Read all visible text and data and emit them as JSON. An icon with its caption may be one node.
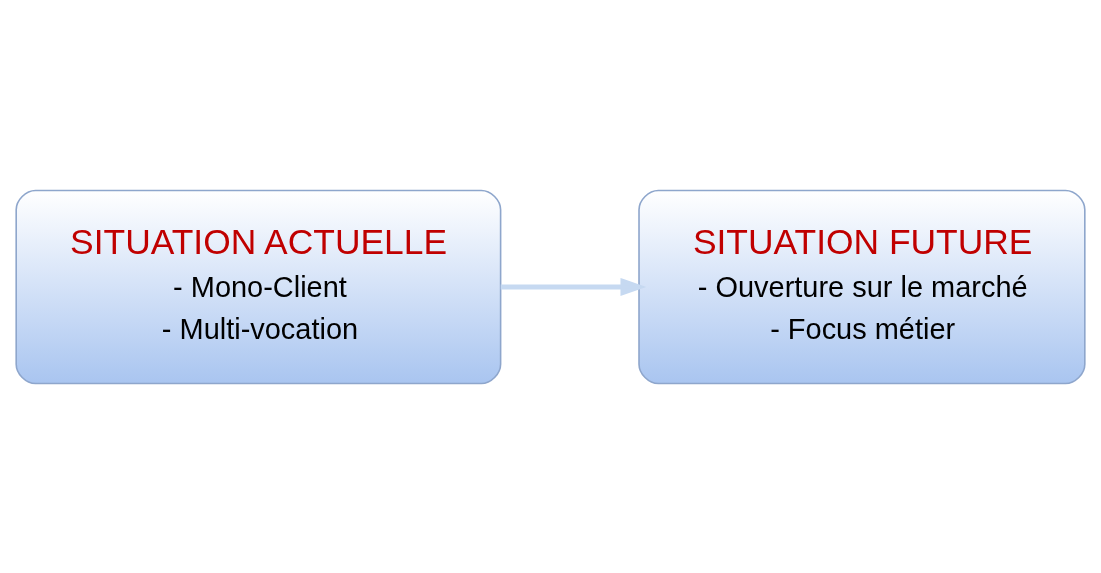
{
  "diagram": {
    "nodes": [
      {
        "text": [
          "SITUATION ACTUELLE",
          "- Mono-Client",
          "- Multi-vocation"
        ]
      },
      {
        "text": [
          "SITUATION FUTURE",
          "- Ouverture sur le marché",
          "- Focus métier"
        ]
      }
    ],
    "edges": [
      {
        "from": 0,
        "to": 1,
        "arrow": "to",
        "color": "#c6d9f1"
      }
    ]
  }
}
